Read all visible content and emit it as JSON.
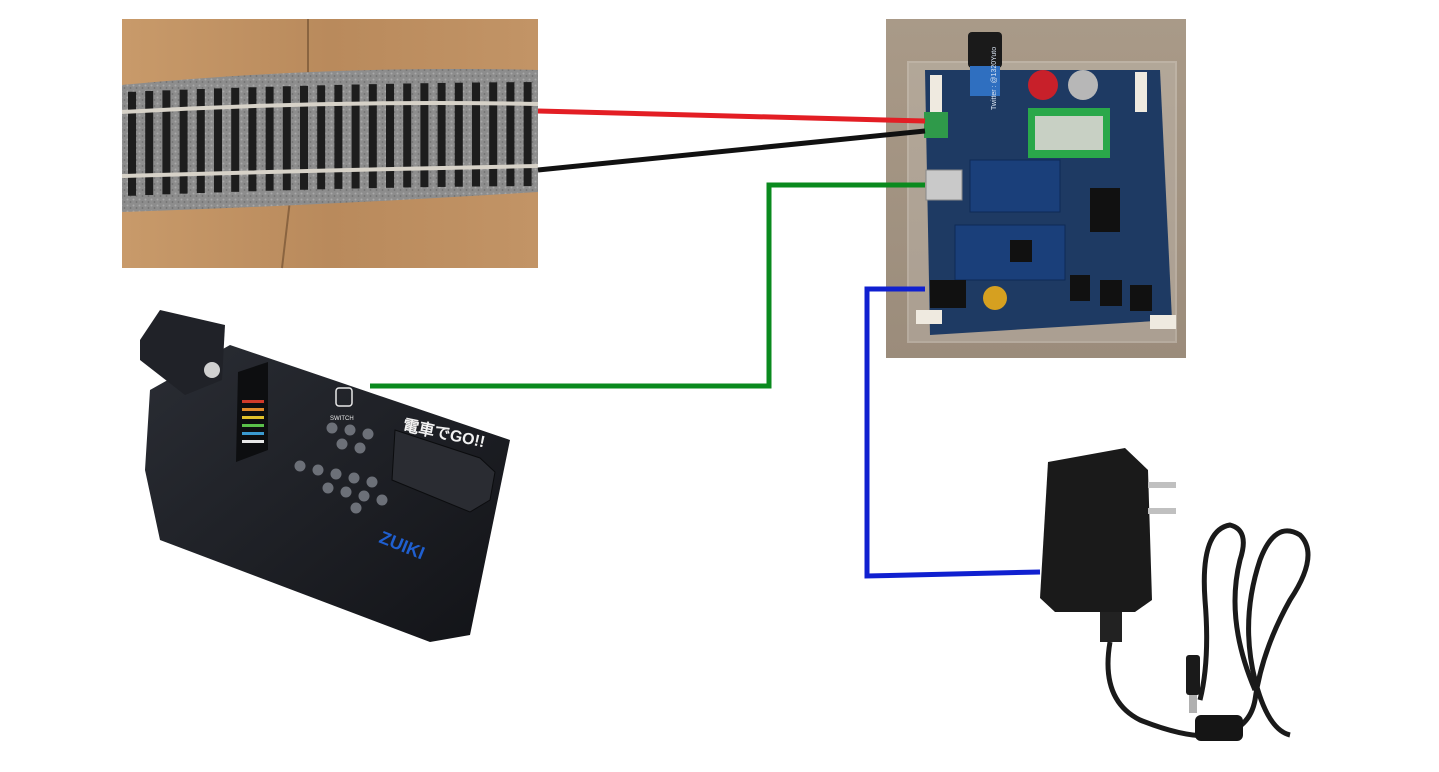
{
  "components": {
    "track": {
      "name": "track-photo"
    },
    "controller": {
      "name": "controller-photo",
      "brand_text": "ZUIKI",
      "logo_text": "電車でGO!!",
      "switch_text": "SWITCH"
    },
    "board": {
      "name": "control-board-photo",
      "silkscreen_text": "Twitter : @1320Yuto"
    },
    "adapter": {
      "name": "ac-adapter-photo"
    }
  },
  "connections": [
    {
      "name": "red-wire",
      "color": "#e31e24",
      "from": "track",
      "to": "board"
    },
    {
      "name": "black-wire",
      "color": "#111111",
      "from": "track",
      "to": "board"
    },
    {
      "name": "green-wire",
      "color": "#0a8a1e",
      "from": "controller",
      "to": "board"
    },
    {
      "name": "blue-wire",
      "color": "#1020d0",
      "from": "adapter",
      "to": "board"
    }
  ],
  "colors": {
    "wood": "#b98a5c",
    "ballast": "#8a8a8a",
    "pcb": "#1e3a63",
    "controller_body": "#1b1d22",
    "adapter_body": "#1a1a1a"
  }
}
